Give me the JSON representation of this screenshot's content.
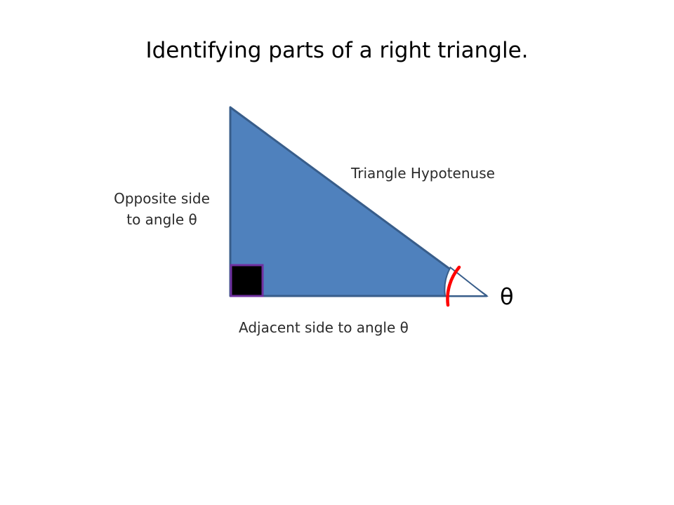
{
  "title": "Identifying parts of a right triangle.",
  "labels": {
    "opposite_line1": "Opposite side",
    "opposite_line2": "to angle θ",
    "hypotenuse": "Triangle Hypotenuse",
    "adjacent": "Adjacent side to angle θ",
    "angle_symbol": "θ"
  },
  "colors": {
    "triangle_fill": "#4f81bd",
    "triangle_stroke": "#385d8a",
    "right_angle_fill": "#000000",
    "right_angle_stroke": "#7030a0",
    "angle_arc": "#ff0000"
  }
}
